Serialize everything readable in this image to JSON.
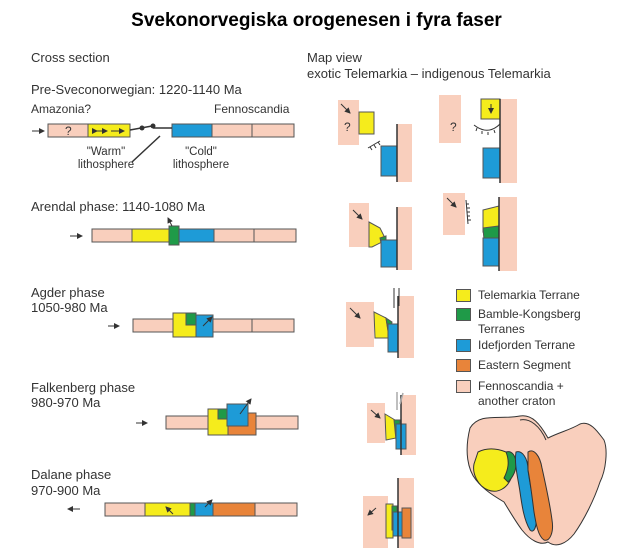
{
  "title": "Svekonorvegiska orogenesen i fyra faser",
  "headers": {
    "cross_section": "Cross section",
    "map_view_line1": "Map view",
    "map_view_line2": "exotic Telemarkia – indigenous Telemarkia"
  },
  "phases": {
    "pre": "Pre-Sveconorwegian: 1220-1140 Ma",
    "arendal": "Arendal phase: 1140-1080 Ma",
    "agder_name": "Agder phase",
    "agder_age": "1050-980 Ma",
    "falkenberg_name": "Falkenberg phase",
    "falkenberg_age": "980-970 Ma",
    "dalane_name": "Dalane phase",
    "dalane_age": "970-900 Ma"
  },
  "pre_labels": {
    "amazonia": "Amazonia?",
    "fennoscandia": "Fennoscandia",
    "warm_line1": "\"Warm\"",
    "warm_line2": "lithosphere",
    "cold_line1": "\"Cold\"",
    "cold_line2": "lithosphere",
    "question": "?"
  },
  "legend": {
    "telemarkia": "Telemarkia Terrane",
    "bamble_line1": "Bamble-Kongsberg",
    "bamble_line2": "Terranes",
    "idefjorden": "Idefjorden Terrane",
    "eastern": "Eastern Segment",
    "fenno_line1": "Fennoscandia +",
    "fenno_line2": "another craton"
  },
  "colors": {
    "telemarkia": "#f5ec1c",
    "bamble": "#1f9a48",
    "idefjorden": "#1e9bd7",
    "eastern": "#e8843a",
    "fennoscandia": "#f9cfbd",
    "outline": "#555555"
  }
}
